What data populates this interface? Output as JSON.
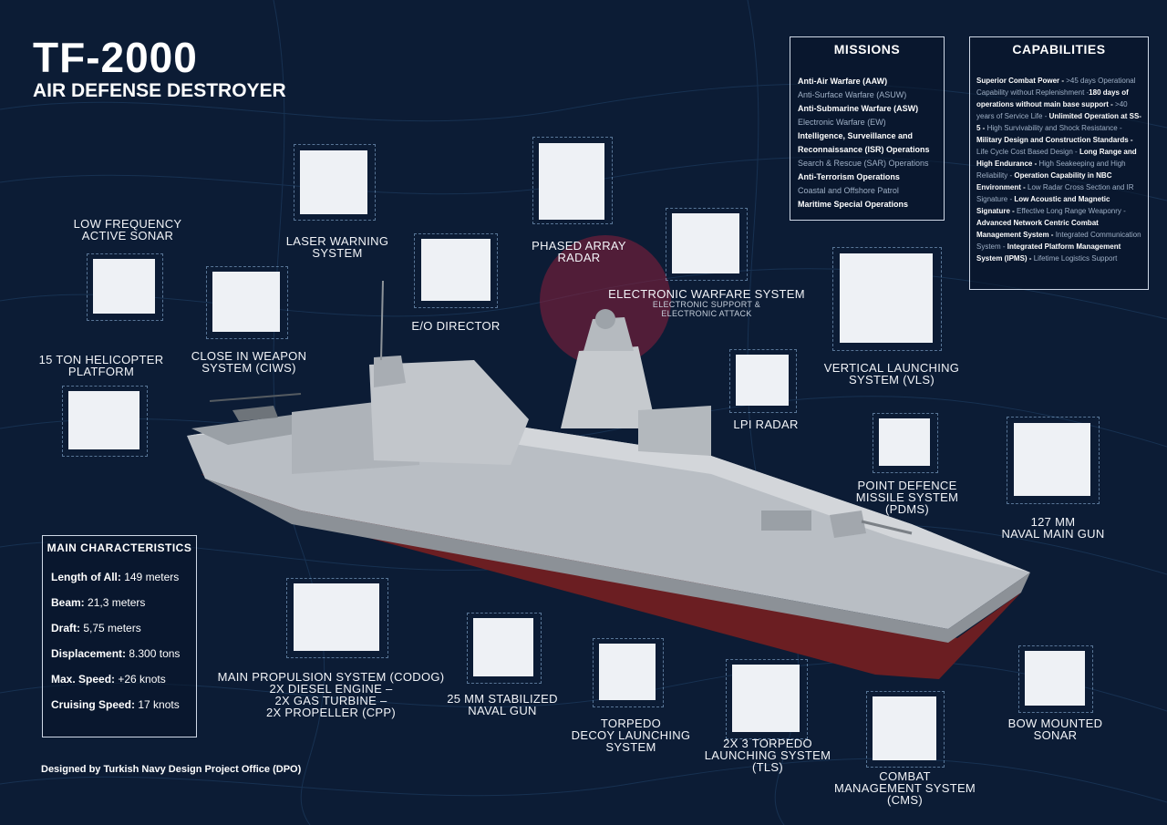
{
  "header": {
    "title": "TF-2000",
    "subtitle": "AIR DEFENSE DESTROYER"
  },
  "missions": {
    "title": "MISSIONS",
    "items": [
      {
        "text": "Anti-Air Warfare (AAW)",
        "bold": true
      },
      {
        "text": "Anti-Surface Warfare (ASUW)",
        "bold": false
      },
      {
        "text": "Anti-Submarine Warfare (ASW)",
        "bold": true
      },
      {
        "text": "Electronic Warfare (EW)",
        "bold": false
      },
      {
        "text": "Intelligence, Surveillance and",
        "bold": true
      },
      {
        "text": "Reconnaissance (ISR) Operations",
        "bold": true
      },
      {
        "text": "Search & Rescue (SAR) Operations",
        "bold": false
      },
      {
        "text": "Anti-Terrorism Operations",
        "bold": true
      },
      {
        "text": "Coastal and Offshore Patrol",
        "bold": false
      },
      {
        "text": "Maritime Special Operations",
        "bold": true
      }
    ]
  },
  "capabilities": {
    "title": "CAPABILITIES",
    "segments": [
      {
        "text": "Superior Combat Power - ",
        "bold": true
      },
      {
        "text": ">45 days Operational Capability without Replenishment -",
        "bold": false
      },
      {
        "text": "180 days of operations without main base support - ",
        "bold": true
      },
      {
        "text": ">40 years of Service Life - ",
        "bold": false
      },
      {
        "text": "Unlimited Operation at SS-5 - ",
        "bold": true
      },
      {
        "text": "High Survivability and Shock Resistance - ",
        "bold": false
      },
      {
        "text": "Military Design and Construction Standards - ",
        "bold": true
      },
      {
        "text": "Life Cycle Cost Based Design - ",
        "bold": false
      },
      {
        "text": "Long Range and High Endurance - ",
        "bold": true
      },
      {
        "text": "High Seakeeping and High Reliability - ",
        "bold": false
      },
      {
        "text": "Operation Capability in NBC Environment - ",
        "bold": true
      },
      {
        "text": "Low Radar Cross Section and IR Signature - ",
        "bold": false
      },
      {
        "text": "Low Acoustic and Magnetic Signature - ",
        "bold": true
      },
      {
        "text": "Effective Long Range Weaponry - ",
        "bold": false
      },
      {
        "text": "Advanced Network Centric Combat Management System - ",
        "bold": true
      },
      {
        "text": "Integrated Communication System - ",
        "bold": false
      },
      {
        "text": "Integrated Platform Management System (IPMS) - ",
        "bold": true
      },
      {
        "text": "Lifetime Logistics Support",
        "bold": false
      }
    ]
  },
  "main_characteristics": {
    "title": "MAIN CHARACTERISTICS",
    "rows": [
      {
        "label": "Length of All:",
        "value": " 149 meters"
      },
      {
        "label": "Beam:",
        "value": " 21,3 meters"
      },
      {
        "label": "Draft:",
        "value": " 5,75 meters"
      },
      {
        "label": "Displacement:",
        "value": " 8.300 tons"
      },
      {
        "label": "Max. Speed:",
        "value": " +26 knots"
      },
      {
        "label": "Cruising Speed:",
        "value": " 17 knots"
      }
    ]
  },
  "systems": {
    "sonar": [
      "LOW FREQUENCY",
      "ACTIVE SONAR"
    ],
    "laser": [
      "LASER WARNING",
      "SYSTEM"
    ],
    "radar": [
      "PHASED ARRAY",
      "RADAR"
    ],
    "eo": [
      "E/O DIRECTOR"
    ],
    "ciws": [
      "CLOSE IN WEAPON",
      "SYSTEM (CIWS)"
    ],
    "heli": [
      "15 TON HELICOPTER",
      "PLATFORM"
    ],
    "ew": {
      "title": "ELECTRONIC WARFARE SYSTEM",
      "sub1": "ELECTRONIC SUPPORT &",
      "sub2": "ELECTRONIC ATTACK"
    },
    "vls": [
      "VERTICAL LAUNCHING",
      "SYSTEM (VLS)"
    ],
    "lpi": [
      "LPI RADAR"
    ],
    "pdms": [
      "POINT DEFENCE",
      "MISSILE SYSTEM",
      "(PDMS)"
    ],
    "gun127": [
      "127 MM",
      "NAVAL MAIN GUN"
    ],
    "propulsion": [
      "MAIN PROPULSION SYSTEM (CODOG)",
      "2X DIESEL ENGINE –",
      "2X GAS TURBINE –",
      "2X PROPELLER (CPP)"
    ],
    "gun25": [
      "25 MM STABILIZED",
      "NAVAL GUN"
    ],
    "torpedo_decoy": [
      "TORPEDO",
      "DECOY LAUNCHING",
      "SYSTEM"
    ],
    "tls": [
      "2X 3 TORPEDO",
      "LAUNCHING SYSTEM",
      "(TLS)"
    ],
    "cms": [
      "COMBAT",
      "MANAGEMENT SYSTEM",
      "(CMS)"
    ],
    "bow_sonar": [
      "BOW MOUNTED",
      "SONAR"
    ]
  },
  "footer": "Designed by Turkish Navy Design Project Office (DPO)",
  "colors": {
    "background": "#0c1c35",
    "hull": "#b7bcc2",
    "hull_red": "#6b1e22",
    "watermark": "#8a1f3a"
  }
}
